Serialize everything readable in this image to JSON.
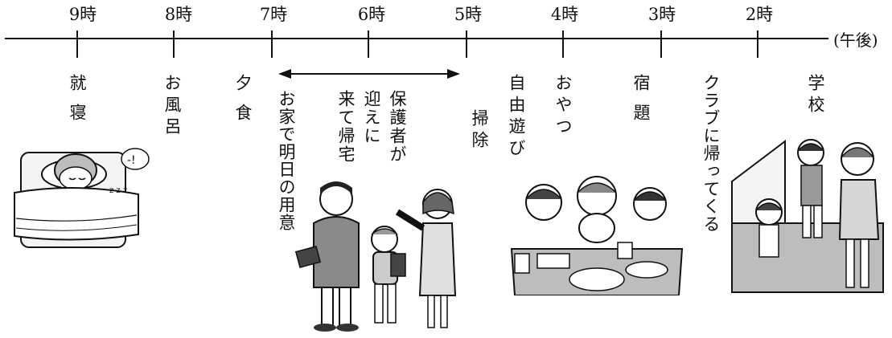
{
  "timeline": {
    "suffix": "(午後)",
    "hours": [
      "9時",
      "8時",
      "7時",
      "6時",
      "5時",
      "4時",
      "3時",
      "2時"
    ]
  },
  "activities": {
    "sleep": "就寝",
    "bath": "お風呂",
    "dinner": "夕食",
    "prepare": "お家で明日の用意",
    "pickup_col1": "来て帰宅",
    "pickup_col2": "迎えに",
    "pickup_col3": "保護者が",
    "cleaning": "掃除",
    "free_play": "自由遊び",
    "snack": "おやつ",
    "homework": "宿題",
    "return_club": "クラブに帰ってくる",
    "school": "学校"
  },
  "illustrations": {
    "sleep_bubble": "-!",
    "sleep_zzz": "z z z"
  }
}
